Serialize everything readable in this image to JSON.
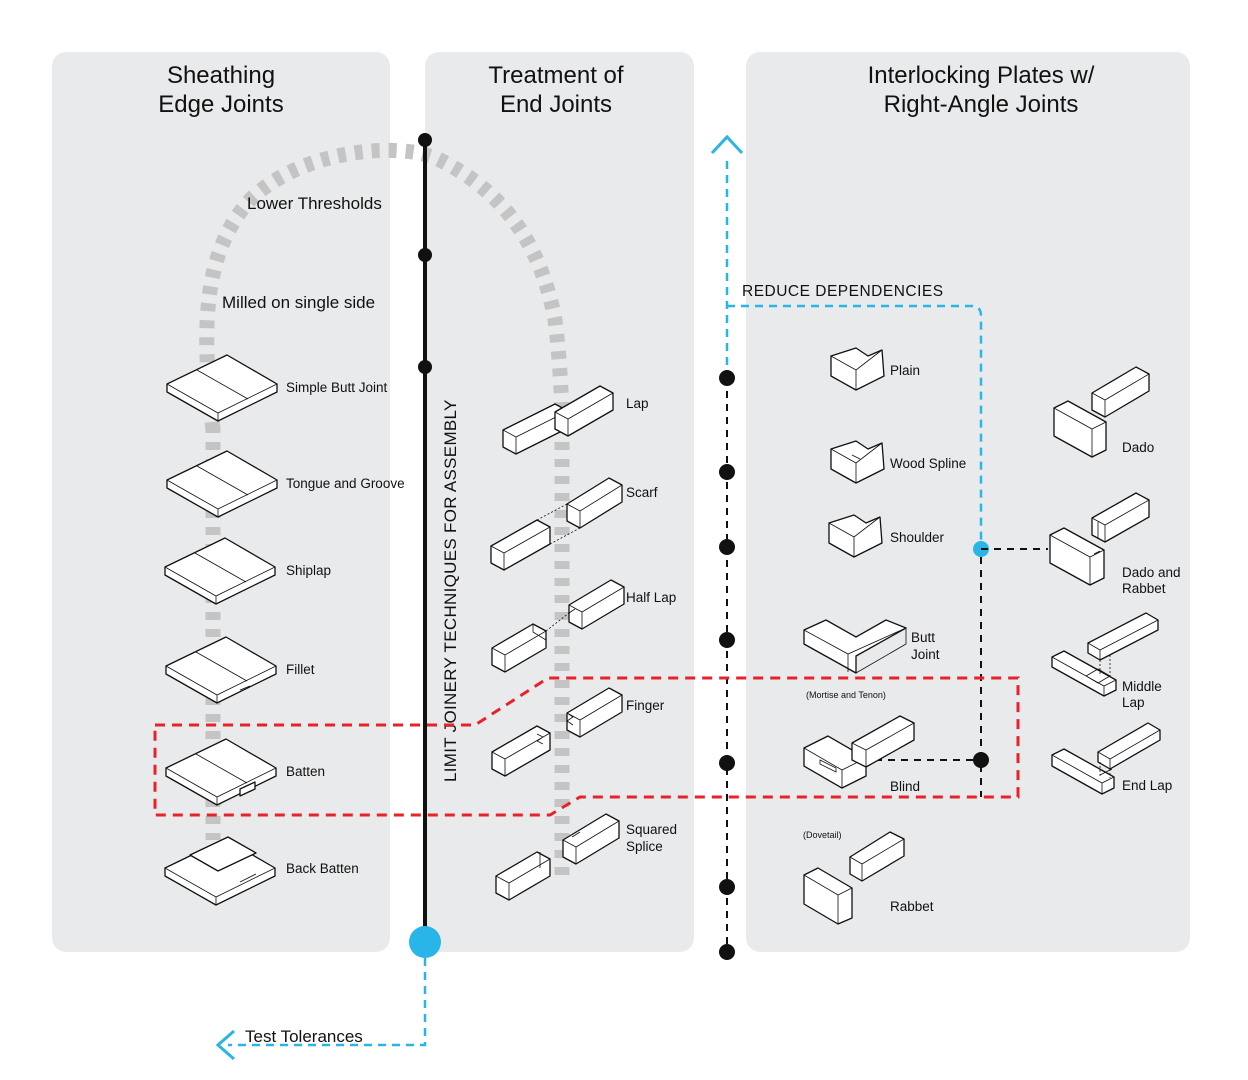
{
  "panels": {
    "sheathing": {
      "title_line1": "Sheathing",
      "title_line2": "Edge Joints"
    },
    "end_joints": {
      "title_line1": "Treatment of",
      "title_line2": "End Joints"
    },
    "interlocking": {
      "title_line1": "Interlocking Plates w/",
      "title_line2": "Right-Angle Joints"
    }
  },
  "axis": {
    "vertical_label": "LIMIT JOINERY TECHNIQUES FOR ASSEMBLY",
    "lower_thresholds": "Lower Thresholds",
    "milled_single_side": "Milled on single side",
    "test_tolerances": "Test Tolerances",
    "reduce_dependencies": "REDUCE DEPENDENCIES"
  },
  "sheathing_joints": [
    "Simple Butt Joint",
    "Tongue and Groove",
    "Shiplap",
    "Fillet",
    "Batten",
    "Back Batten"
  ],
  "end_joints": {
    "lap": "Lap",
    "scarf": "Scarf",
    "half_lap": "Half Lap",
    "finger": "Finger",
    "squared_line1": "Squared",
    "squared_line2": "Splice"
  },
  "corner_joints": {
    "plain": "Plain",
    "wood_spline": "Wood Spline",
    "shoulder": "Shoulder",
    "butt_line1": "Butt",
    "butt_line2": "Joint",
    "mortise_tenon": "(Mortise and Tenon)",
    "blind": "Blind",
    "dovetail": "(Dovetail)",
    "rabbet": "Rabbet"
  },
  "right_joints": {
    "dado": "Dado",
    "dado_rabbet_line1": "Dado and",
    "dado_rabbet_line2": "Rabbet",
    "middle_lap_line1": "Middle",
    "middle_lap_line2": "Lap",
    "end_lap": "End Lap"
  },
  "colors": {
    "panel_bg": "#e9eaec",
    "arc_gray": "#c4c4c4",
    "blue": "#29b5e8",
    "red": "#e8212a",
    "black": "#111111"
  }
}
